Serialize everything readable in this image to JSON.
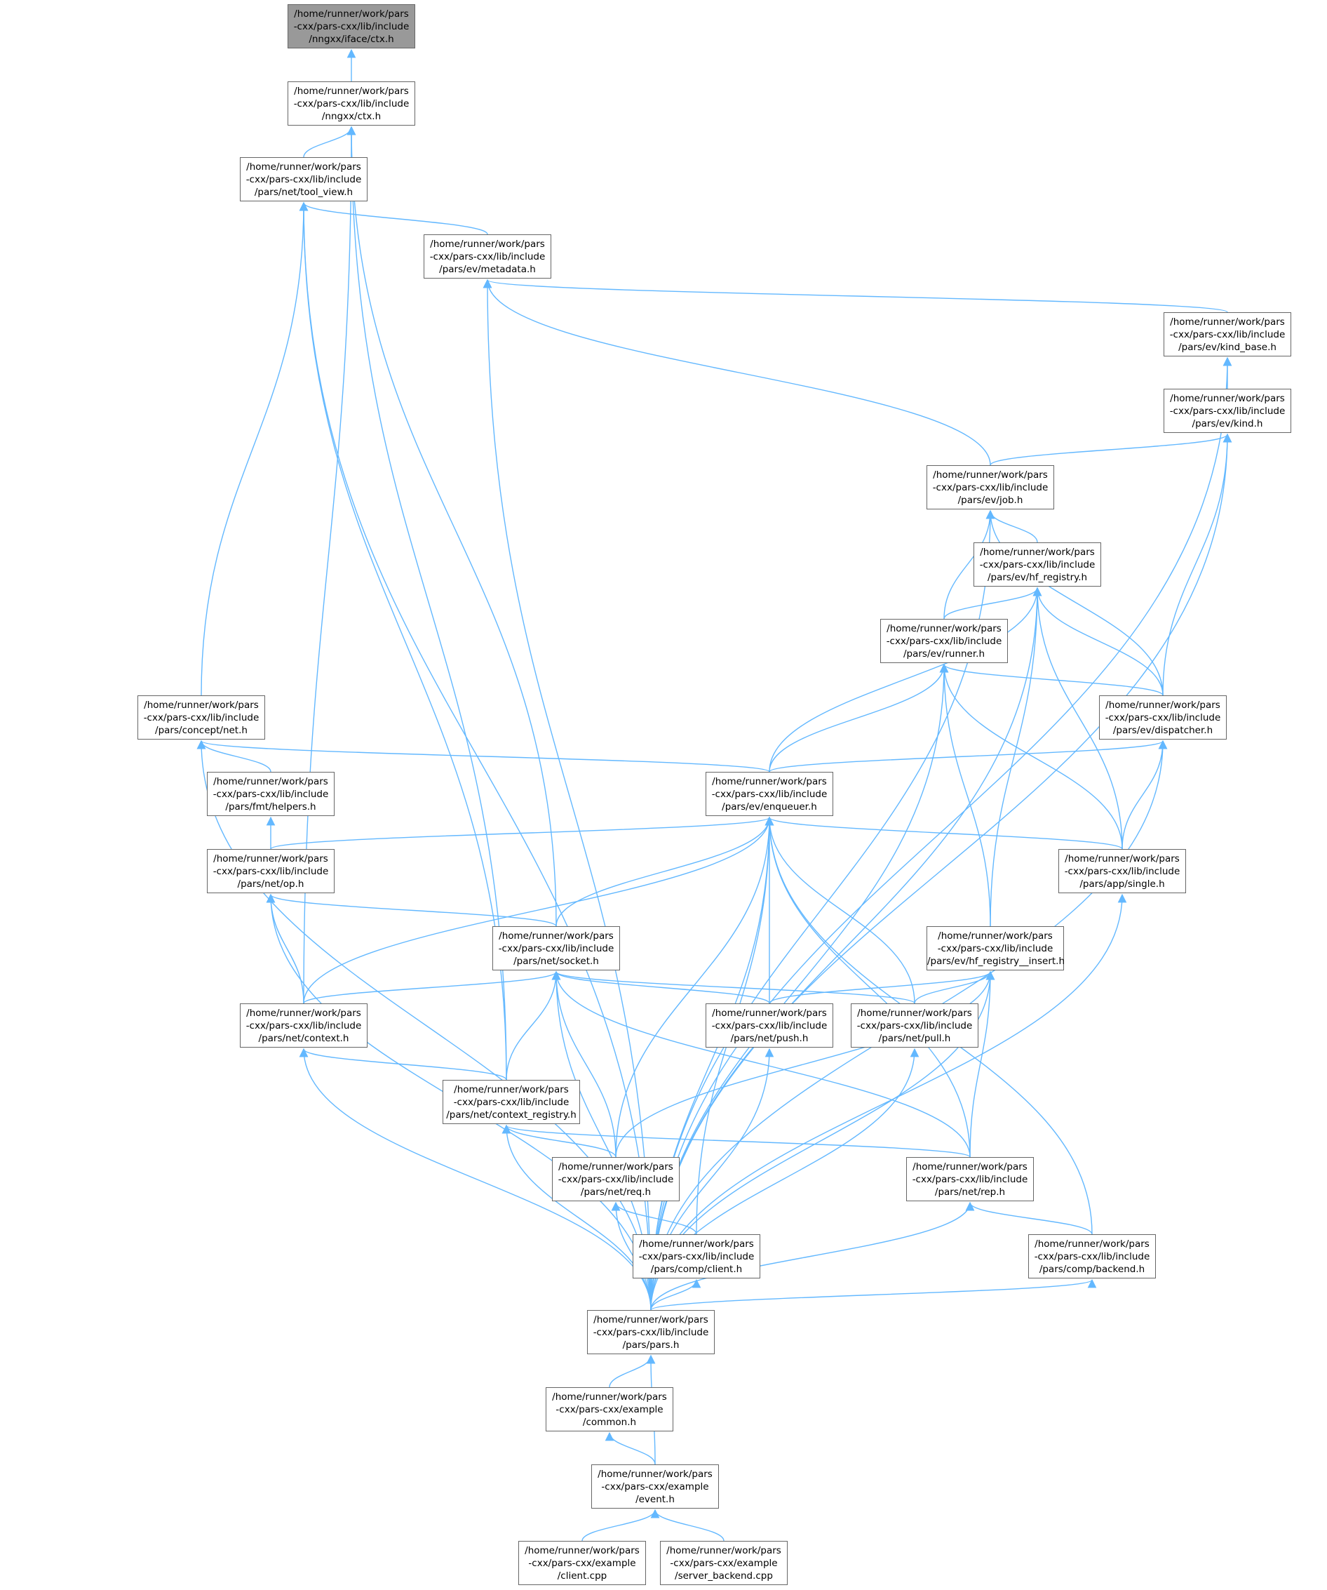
{
  "accent_color": "#63b8ff",
  "current_fill": "#999999",
  "nodes": [
    {
      "id": "ctx_iface",
      "lines": [
        "/home/runner/work/pars",
        "-cxx/pars-cxx/lib/include",
        "/nngxx/iface/ctx.h"
      ],
      "current": true
    },
    {
      "id": "nngxx_ctx",
      "lines": [
        "/home/runner/work/pars",
        "-cxx/pars-cxx/lib/include",
        "/nngxx/ctx.h"
      ]
    },
    {
      "id": "tool_view",
      "lines": [
        "/home/runner/work/pars",
        "-cxx/pars-cxx/lib/include",
        "/pars/net/tool_view.h"
      ]
    },
    {
      "id": "metadata",
      "lines": [
        "/home/runner/work/pars",
        "-cxx/pars-cxx/lib/include",
        "/pars/ev/metadata.h"
      ]
    },
    {
      "id": "kind_base",
      "lines": [
        "/home/runner/work/pars",
        "-cxx/pars-cxx/lib/include",
        "/pars/ev/kind_base.h"
      ]
    },
    {
      "id": "kind",
      "lines": [
        "/home/runner/work/pars",
        "-cxx/pars-cxx/lib/include",
        "/pars/ev/kind.h"
      ]
    },
    {
      "id": "job",
      "lines": [
        "/home/runner/work/pars",
        "-cxx/pars-cxx/lib/include",
        "/pars/ev/job.h"
      ]
    },
    {
      "id": "hf_registry",
      "lines": [
        "/home/runner/work/pars",
        "-cxx/pars-cxx/lib/include",
        "/pars/ev/hf_registry.h"
      ]
    },
    {
      "id": "runner",
      "lines": [
        "/home/runner/work/pars",
        "-cxx/pars-cxx/lib/include",
        "/pars/ev/runner.h"
      ]
    },
    {
      "id": "concept_net",
      "lines": [
        "/home/runner/work/pars",
        "-cxx/pars-cxx/lib/include",
        "/pars/concept/net.h"
      ]
    },
    {
      "id": "dispatcher",
      "lines": [
        "/home/runner/work/pars",
        "-cxx/pars-cxx/lib/include",
        "/pars/ev/dispatcher.h"
      ]
    },
    {
      "id": "fmt_helpers",
      "lines": [
        "/home/runner/work/pars",
        "-cxx/pars-cxx/lib/include",
        "/pars/fmt/helpers.h"
      ]
    },
    {
      "id": "enqueuer",
      "lines": [
        "/home/runner/work/pars",
        "-cxx/pars-cxx/lib/include",
        "/pars/ev/enqueuer.h"
      ]
    },
    {
      "id": "op",
      "lines": [
        "/home/runner/work/pars",
        "-cxx/pars-cxx/lib/include",
        "/pars/net/op.h"
      ]
    },
    {
      "id": "single",
      "lines": [
        "/home/runner/work/pars",
        "-cxx/pars-cxx/lib/include",
        "/pars/app/single.h"
      ]
    },
    {
      "id": "socket",
      "lines": [
        "/home/runner/work/pars",
        "-cxx/pars-cxx/lib/include",
        "/pars/net/socket.h"
      ]
    },
    {
      "id": "hf_insert",
      "lines": [
        "/home/runner/work/pars",
        "-cxx/pars-cxx/lib/include",
        "/pars/ev/hf_registry__insert.h"
      ]
    },
    {
      "id": "context",
      "lines": [
        "/home/runner/work/pars",
        "-cxx/pars-cxx/lib/include",
        "/pars/net/context.h"
      ]
    },
    {
      "id": "push",
      "lines": [
        "/home/runner/work/pars",
        "-cxx/pars-cxx/lib/include",
        "/pars/net/push.h"
      ]
    },
    {
      "id": "pull",
      "lines": [
        "/home/runner/work/pars",
        "-cxx/pars-cxx/lib/include",
        "/pars/net/pull.h"
      ]
    },
    {
      "id": "context_registry",
      "lines": [
        "/home/runner/work/pars",
        "-cxx/pars-cxx/lib/include",
        "/pars/net/context_registry.h"
      ]
    },
    {
      "id": "req",
      "lines": [
        "/home/runner/work/pars",
        "-cxx/pars-cxx/lib/include",
        "/pars/net/req.h"
      ]
    },
    {
      "id": "rep",
      "lines": [
        "/home/runner/work/pars",
        "-cxx/pars-cxx/lib/include",
        "/pars/net/rep.h"
      ]
    },
    {
      "id": "client_h",
      "lines": [
        "/home/runner/work/pars",
        "-cxx/pars-cxx/lib/include",
        "/pars/comp/client.h"
      ]
    },
    {
      "id": "backend",
      "lines": [
        "/home/runner/work/pars",
        "-cxx/pars-cxx/lib/include",
        "/pars/comp/backend.h"
      ]
    },
    {
      "id": "pars_h",
      "lines": [
        "/home/runner/work/pars",
        "-cxx/pars-cxx/lib/include",
        "/pars/pars.h"
      ]
    },
    {
      "id": "common",
      "lines": [
        "/home/runner/work/pars",
        "-cxx/pars-cxx/example",
        "/common.h"
      ]
    },
    {
      "id": "event",
      "lines": [
        "/home/runner/work/pars",
        "-cxx/pars-cxx/example",
        "/event.h"
      ]
    },
    {
      "id": "client_cpp",
      "lines": [
        "/home/runner/work/pars",
        "-cxx/pars-cxx/example",
        "/client.cpp"
      ]
    },
    {
      "id": "server_backend",
      "lines": [
        "/home/runner/work/pars",
        "-cxx/pars-cxx/example",
        "/server_backend.cpp"
      ]
    }
  ],
  "edges": [
    [
      "ctx_iface",
      "nngxx_ctx"
    ],
    [
      "nngxx_ctx",
      "tool_view"
    ],
    [
      "nngxx_ctx",
      "context"
    ],
    [
      "nngxx_ctx",
      "context_registry"
    ],
    [
      "nngxx_ctx",
      "socket"
    ],
    [
      "tool_view",
      "metadata"
    ],
    [
      "tool_view",
      "concept_net"
    ],
    [
      "tool_view",
      "context_registry"
    ],
    [
      "tool_view",
      "pars_h"
    ],
    [
      "metadata",
      "kind_base"
    ],
    [
      "metadata",
      "job"
    ],
    [
      "metadata",
      "pars_h"
    ],
    [
      "kind_base",
      "kind"
    ],
    [
      "kind_base",
      "pars_h"
    ],
    [
      "kind",
      "job"
    ],
    [
      "kind",
      "dispatcher"
    ],
    [
      "kind",
      "pars_h"
    ],
    [
      "job",
      "hf_registry"
    ],
    [
      "job",
      "runner"
    ],
    [
      "job",
      "dispatcher"
    ],
    [
      "job",
      "pars_h"
    ],
    [
      "hf_registry",
      "runner"
    ],
    [
      "hf_registry",
      "dispatcher"
    ],
    [
      "hf_registry",
      "enqueuer"
    ],
    [
      "hf_registry",
      "single"
    ],
    [
      "hf_registry",
      "hf_insert"
    ],
    [
      "hf_registry",
      "pars_h"
    ],
    [
      "runner",
      "dispatcher"
    ],
    [
      "runner",
      "enqueuer"
    ],
    [
      "runner",
      "single"
    ],
    [
      "runner",
      "hf_insert"
    ],
    [
      "runner",
      "pars_h"
    ],
    [
      "concept_net",
      "fmt_helpers"
    ],
    [
      "concept_net",
      "enqueuer"
    ],
    [
      "concept_net",
      "pars_h"
    ],
    [
      "dispatcher",
      "enqueuer"
    ],
    [
      "dispatcher",
      "single"
    ],
    [
      "dispatcher",
      "pars_h"
    ],
    [
      "fmt_helpers",
      "op"
    ],
    [
      "enqueuer",
      "op"
    ],
    [
      "enqueuer",
      "socket"
    ],
    [
      "enqueuer",
      "context"
    ],
    [
      "enqueuer",
      "push"
    ],
    [
      "enqueuer",
      "pull"
    ],
    [
      "enqueuer",
      "req"
    ],
    [
      "enqueuer",
      "rep"
    ],
    [
      "enqueuer",
      "client_h"
    ],
    [
      "enqueuer",
      "backend"
    ],
    [
      "enqueuer",
      "single"
    ],
    [
      "enqueuer",
      "pars_h"
    ],
    [
      "op",
      "socket"
    ],
    [
      "op",
      "context"
    ],
    [
      "op",
      "pars_h"
    ],
    [
      "socket",
      "context"
    ],
    [
      "socket",
      "context_registry"
    ],
    [
      "socket",
      "req"
    ],
    [
      "socket",
      "rep"
    ],
    [
      "socket",
      "push"
    ],
    [
      "socket",
      "pull"
    ],
    [
      "socket",
      "pars_h"
    ],
    [
      "hf_insert",
      "push"
    ],
    [
      "hf_insert",
      "pull"
    ],
    [
      "hf_insert",
      "req"
    ],
    [
      "hf_insert",
      "rep"
    ],
    [
      "hf_insert",
      "pars_h"
    ],
    [
      "context",
      "context_registry"
    ],
    [
      "context",
      "pars_h"
    ],
    [
      "push",
      "pars_h"
    ],
    [
      "pull",
      "pars_h"
    ],
    [
      "single",
      "pars_h"
    ],
    [
      "context_registry",
      "req"
    ],
    [
      "context_registry",
      "rep"
    ],
    [
      "context_registry",
      "pars_h"
    ],
    [
      "req",
      "client_h"
    ],
    [
      "req",
      "pars_h"
    ],
    [
      "rep",
      "backend"
    ],
    [
      "rep",
      "pars_h"
    ],
    [
      "client_h",
      "pars_h"
    ],
    [
      "backend",
      "pars_h"
    ],
    [
      "pars_h",
      "common"
    ],
    [
      "pars_h",
      "event"
    ],
    [
      "common",
      "event"
    ],
    [
      "event",
      "client_cpp"
    ],
    [
      "event",
      "server_backend"
    ]
  ]
}
